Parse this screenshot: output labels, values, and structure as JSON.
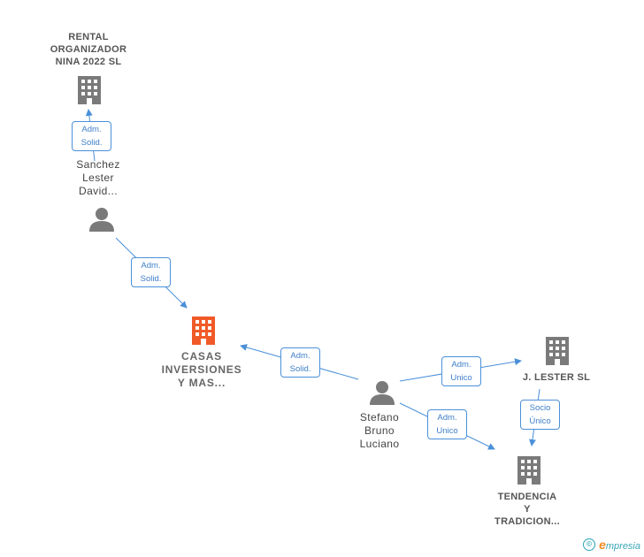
{
  "companies": {
    "rental": {
      "lines": [
        "RENTAL",
        "ORGANIZADOR",
        "NINA 2022  SL"
      ]
    },
    "casas": {
      "lines": [
        "CASAS",
        "INVERSIONES",
        "Y MAS..."
      ]
    },
    "lester": {
      "lines": [
        "J.  LESTER SL"
      ]
    },
    "tendencia": {
      "lines": [
        "TENDENCIA",
        "Y",
        "TRADICION..."
      ]
    }
  },
  "people": {
    "sanchez": {
      "lines": [
        "Sanchez",
        "Lester",
        "David..."
      ]
    },
    "stefano": {
      "lines": [
        "Stefano",
        "Bruno",
        "Luciano"
      ]
    }
  },
  "relations": {
    "sanchez_rental": {
      "lines": [
        "Adm.",
        "Solid."
      ]
    },
    "sanchez_casas": {
      "lines": [
        "Adm.",
        "Solid."
      ]
    },
    "stefano_casas": {
      "lines": [
        "Adm.",
        "Solid."
      ]
    },
    "stefano_lester": {
      "lines": [
        "Adm.",
        "Unico"
      ]
    },
    "stefano_tendencia": {
      "lines": [
        "Adm.",
        "Unico"
      ]
    },
    "lester_tendencia": {
      "lines": [
        "Socio",
        "Único"
      ]
    }
  },
  "colors": {
    "link": "#4a90d9",
    "company_icon": "#7a7a7a",
    "company_icon_highlight": "#f05a28",
    "person_icon": "#7a7a7a"
  },
  "icons": {
    "company": "building-icon",
    "person": "person-icon",
    "footer": "copyright-icon"
  },
  "footer": {
    "symbol": "©",
    "brand_first": "e",
    "brand_rest": "mpresia"
  }
}
